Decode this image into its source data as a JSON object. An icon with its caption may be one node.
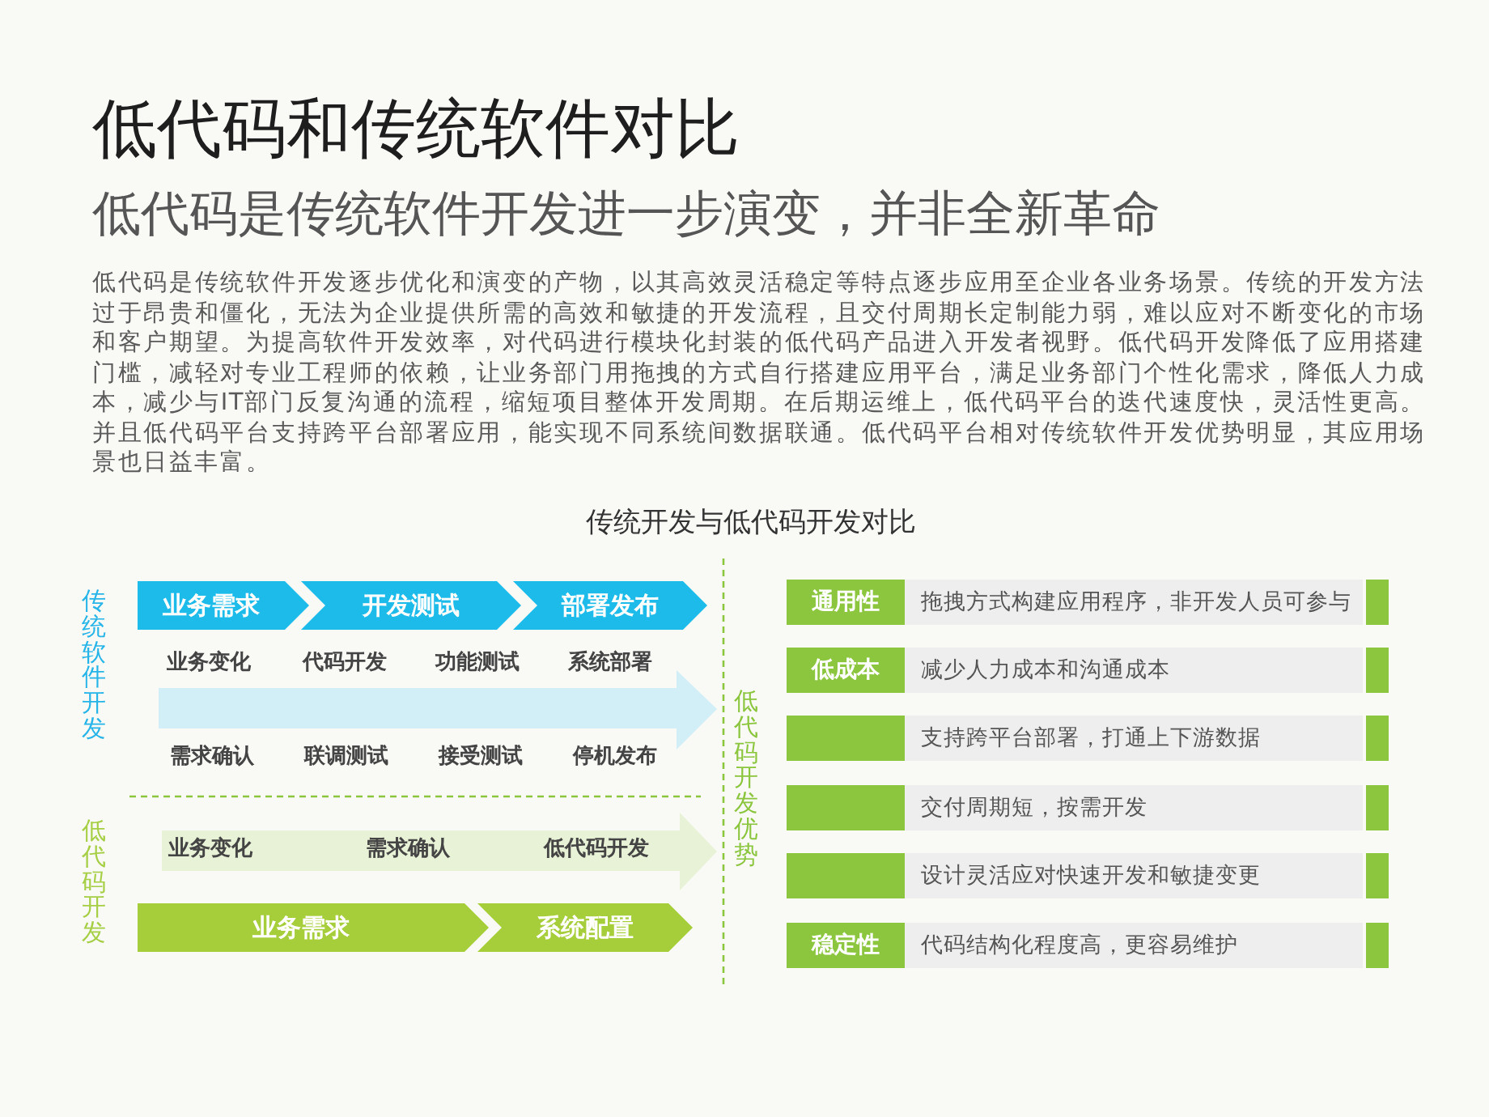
{
  "diagram": {
    "title": "低代码和传统软件对比",
    "nodes": [
      {
        "text": [
          "业务需求"
        ]
      },
      {
        "text": [
          "开发测试"
        ]
      },
      {
        "text": [
          "部署发布"
        ]
      },
      {
        "text": [
          "业务变化",
          "需求确认",
          "低代码开发"
        ]
      },
      {
        "text": [
          "业务需求"
        ]
      },
      {
        "text": [
          "系统配置"
        ]
      },
      {
        "text": [
          "通用性"
        ]
      },
      {
        "text": [
          "拖拽方式构建应用程序，非开发人员可参与"
        ]
      },
      {
        "text": [
          "低成本"
        ]
      },
      {
        "text": [
          "减少人力成本和沟通成本"
        ]
      },
      {
        "text": [],
        "shape": "box"
      },
      {
        "text": [
          "支持跨平台部署，打通上下游数据"
        ]
      },
      {
        "text": [],
        "shape": "box"
      },
      {
        "text": [
          "交付周期短，按需开发"
        ]
      },
      {
        "text": [],
        "shape": "box"
      },
      {
        "text": [
          "设计灵活应对快速开发和敏捷变更"
        ]
      },
      {
        "text": [
          "稳定性"
        ]
      },
      {
        "text": [
          "代码结构化程度高，更容易维护"
        ]
      }
    ],
    "labels": [
      "低代码是传统软件开发进一步演变，并非全新革命",
      "低代码是传统软件开发逐步优化和演变的产物，以其高效灵活稳定等特点逐步应用至企业各业务场景。传统的开发方法过于昂贵和僵化，无法为企业提供所需的高效和敏捷的开发流程，且交付周期长定制能力弱，难以应对不断变化的市场和客户期望。为提高软件开发效率，对代码进行模块化封装的低代码产品进入开发者视野。低代码开发降低了应用搭建门槛，减轻对专业工程师的依赖，让业务部门用拖拽的方式自行搭建应用平台，满足业务部门个性化需求，降低人力成本，减少与IT部门反复沟通的流程，缩短项目整体开发周期。在后期运维上，低代码平台的迭代速度快，灵活性更高。并且低代码平台支持跨平台部署应用，能实现不同系统间数据联通。低代码平台相对传统软件开发优势明显，其应用场景也日益丰富。",
      "传统开发与低代码开发对比",
      "传统软件开发",
      "业务变化",
      "代码开发",
      "功能测试",
      "系统部署",
      "需求确认",
      "联调测试",
      "接受测试",
      "停机发布",
      "低代码开发",
      "低代码开发优势"
    ]
  }
}
